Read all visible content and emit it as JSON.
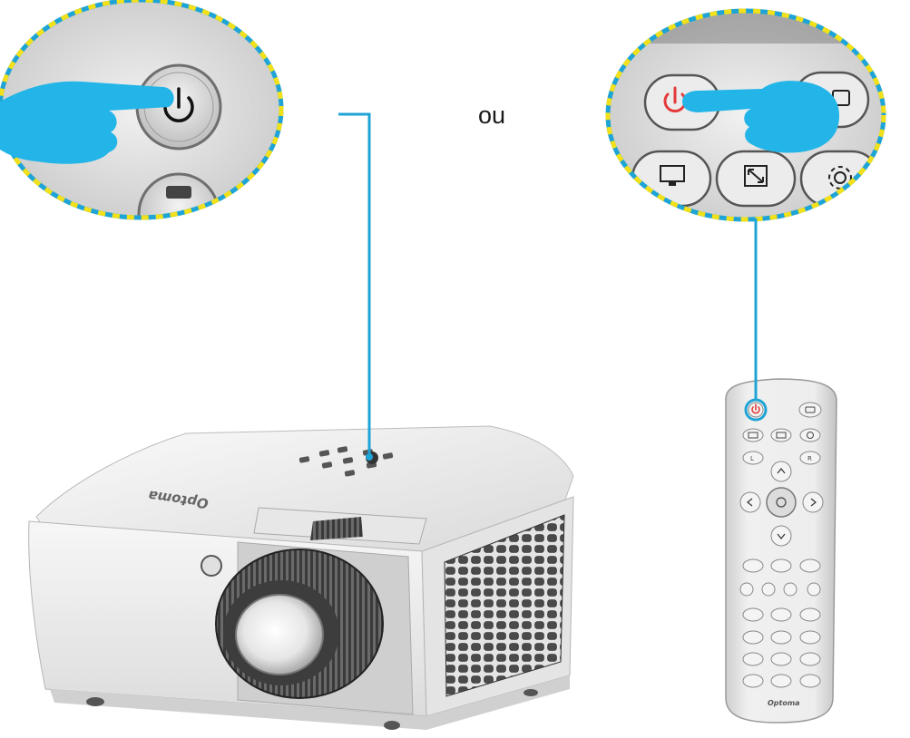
{
  "connector_text": "ou",
  "brand": "Optoma",
  "remote": {
    "left_label": "L",
    "right_label": "R"
  },
  "colors": {
    "callout_line": "#1fa4d6",
    "callout_dash_yellow": "#f2e01b",
    "pointer_hand": "#23b5e8",
    "power_red": "#e43a3a",
    "projector_body": "#f1f1f1",
    "remote_body": "#e8e8e8"
  },
  "icons": [
    "pointing-hand-icon",
    "power-icon",
    "play-triangle-icon",
    "monitor-icon",
    "resize-icon",
    "gear-icon"
  ]
}
